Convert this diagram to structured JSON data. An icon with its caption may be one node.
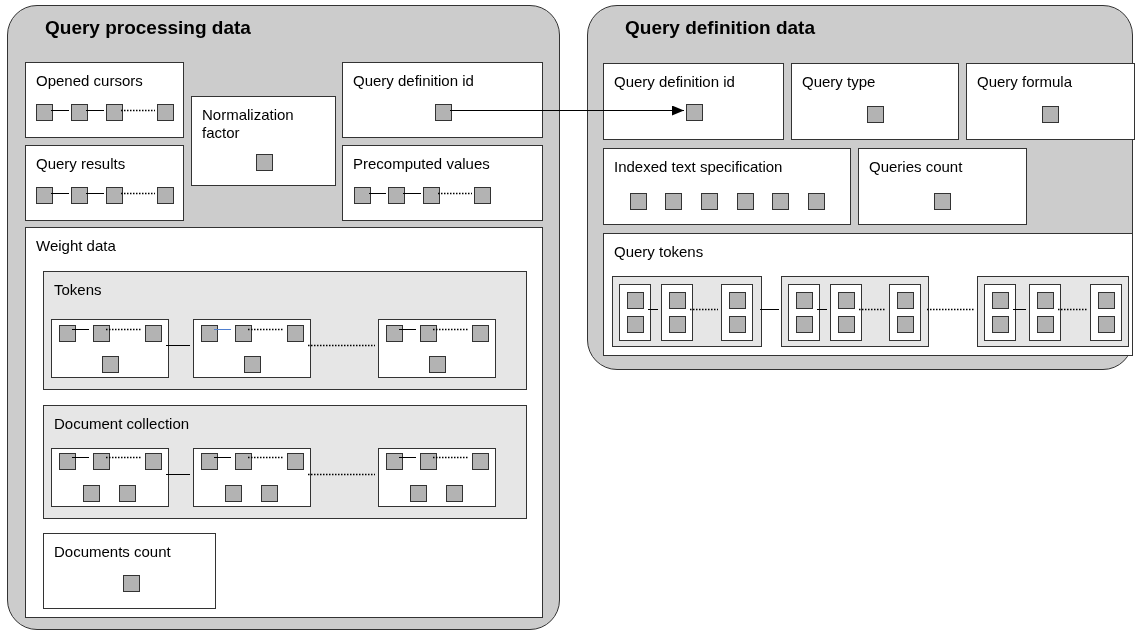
{
  "diagram": {
    "nodes": [
      {
        "text": [
          "Query processing data"
        ]
      },
      {
        "text": [
          "Opened cursors"
        ],
        "in": 0
      },
      {
        "text": [],
        "shape": "box",
        "in": 1
      },
      {
        "text": [],
        "shape": "box",
        "in": 1
      },
      {
        "text": [],
        "shape": "box",
        "in": 1
      },
      {
        "text": [],
        "shape": "box",
        "in": 1
      },
      {
        "text": [
          "Query results"
        ],
        "in": 0
      },
      {
        "text": [],
        "shape": "box",
        "in": 6
      },
      {
        "text": [],
        "shape": "box",
        "in": 6
      },
      {
        "text": [],
        "shape": "box",
        "in": 6
      },
      {
        "text": [],
        "shape": "box",
        "in": 6
      },
      {
        "text": [
          "Normalization factor"
        ],
        "in": 0
      },
      {
        "text": [],
        "shape": "box",
        "in": 11
      },
      {
        "text": [
          "Query definition id"
        ],
        "in": 0
      },
      {
        "text": [],
        "shape": "box",
        "in": 13
      },
      {
        "text": [
          "Precomputed values"
        ],
        "in": 0
      },
      {
        "text": [],
        "shape": "box",
        "in": 15
      },
      {
        "text": [],
        "shape": "box",
        "in": 15
      },
      {
        "text": [],
        "shape": "box",
        "in": 15
      },
      {
        "text": [],
        "shape": "box",
        "in": 15
      },
      {
        "text": [
          "Weight data"
        ],
        "in": 0
      },
      {
        "text": [
          "Tokens"
        ],
        "in": 20
      },
      {
        "text": [],
        "shape": "box",
        "in": 21
      },
      {
        "text": [],
        "shape": "box",
        "in": 22
      },
      {
        "text": [],
        "shape": "box",
        "in": 22
      },
      {
        "text": [],
        "shape": "box",
        "in": 22
      },
      {
        "text": [],
        "shape": "box",
        "in": 22
      },
      {
        "text": [],
        "shape": "box",
        "in": 21
      },
      {
        "text": [],
        "shape": "box",
        "in": 27
      },
      {
        "text": [],
        "shape": "box",
        "in": 27
      },
      {
        "text": [],
        "shape": "box",
        "in": 27
      },
      {
        "text": [],
        "shape": "box",
        "in": 27
      },
      {
        "text": [],
        "shape": "box",
        "in": 21
      },
      {
        "text": [],
        "shape": "box",
        "in": 32
      },
      {
        "text": [],
        "shape": "box",
        "in": 32
      },
      {
        "text": [],
        "shape": "box",
        "in": 32
      },
      {
        "text": [],
        "shape": "box",
        "in": 32
      },
      {
        "text": [
          "Document collection"
        ],
        "in": 20
      },
      {
        "text": [],
        "shape": "box",
        "in": 37
      },
      {
        "text": [],
        "shape": "box",
        "in": 38
      },
      {
        "text": [],
        "shape": "box",
        "in": 38
      },
      {
        "text": [],
        "shape": "box",
        "in": 38
      },
      {
        "text": [],
        "shape": "box",
        "in": 38
      },
      {
        "text": [],
        "shape": "box",
        "in": 38
      },
      {
        "text": [],
        "shape": "box",
        "in": 37
      },
      {
        "text": [],
        "shape": "box",
        "in": 44
      },
      {
        "text": [],
        "shape": "box",
        "in": 44
      },
      {
        "text": [],
        "shape": "box",
        "in": 44
      },
      {
        "text": [],
        "shape": "box",
        "in": 44
      },
      {
        "text": [],
        "shape": "box",
        "in": 44
      },
      {
        "text": [],
        "shape": "box",
        "in": 37
      },
      {
        "text": [],
        "shape": "box",
        "in": 50
      },
      {
        "text": [],
        "shape": "box",
        "in": 50
      },
      {
        "text": [],
        "shape": "box",
        "in": 50
      },
      {
        "text": [],
        "shape": "box",
        "in": 50
      },
      {
        "text": [],
        "shape": "box",
        "in": 50
      },
      {
        "text": [
          "Documents count"
        ],
        "in": 20
      },
      {
        "text": [],
        "shape": "box",
        "in": 56
      },
      {
        "text": [
          "Query definition data"
        ]
      },
      {
        "text": [
          "Query definition id"
        ],
        "in": 58
      },
      {
        "text": [],
        "shape": "box",
        "in": 59
      },
      {
        "text": [
          "Query type"
        ],
        "in": 58
      },
      {
        "text": [],
        "shape": "box",
        "in": 61
      },
      {
        "text": [
          "Query formula"
        ],
        "in": 58
      },
      {
        "text": [],
        "shape": "box",
        "in": 63
      },
      {
        "text": [
          "Indexed text specification"
        ],
        "in": 58
      },
      {
        "text": [],
        "shape": "box",
        "in": 65
      },
      {
        "text": [],
        "shape": "box",
        "in": 65
      },
      {
        "text": [],
        "shape": "box",
        "in": 65
      },
      {
        "text": [],
        "shape": "box",
        "in": 65
      },
      {
        "text": [],
        "shape": "box",
        "in": 65
      },
      {
        "text": [],
        "shape": "box",
        "in": 65
      },
      {
        "text": [
          "Queries count"
        ],
        "in": 58
      },
      {
        "text": [],
        "shape": "box",
        "in": 72
      },
      {
        "text": [
          "Query tokens"
        ],
        "in": 58
      },
      {
        "text": [],
        "shape": "box",
        "in": 74
      },
      {
        "text": [],
        "shape": "box",
        "in": 75
      },
      {
        "text": [],
        "shape": "box",
        "in": 76
      },
      {
        "text": [],
        "shape": "box",
        "in": 76
      },
      {
        "text": [],
        "shape": "box",
        "in": 75
      },
      {
        "text": [],
        "shape": "box",
        "in": 79
      },
      {
        "text": [],
        "shape": "box",
        "in": 79
      },
      {
        "text": [],
        "shape": "box",
        "in": 75
      },
      {
        "text": [],
        "shape": "box",
        "in": 82
      },
      {
        "text": [],
        "shape": "box",
        "in": 82
      },
      {
        "text": [],
        "shape": "box",
        "in": 74
      },
      {
        "text": [],
        "shape": "box",
        "in": 85
      },
      {
        "text": [],
        "shape": "box",
        "in": 86
      },
      {
        "text": [],
        "shape": "box",
        "in": 86
      },
      {
        "text": [],
        "shape": "box",
        "in": 85
      },
      {
        "text": [],
        "shape": "box",
        "in": 89
      },
      {
        "text": [],
        "shape": "box",
        "in": 89
      },
      {
        "text": [],
        "shape": "box",
        "in": 85
      },
      {
        "text": [],
        "shape": "box",
        "in": 92
      },
      {
        "text": [],
        "shape": "box",
        "in": 92
      },
      {
        "text": [],
        "shape": "box",
        "in": 74
      },
      {
        "text": [],
        "shape": "box",
        "in": 95
      },
      {
        "text": [],
        "shape": "box",
        "in": 96
      },
      {
        "text": [],
        "shape": "box",
        "in": 96
      },
      {
        "text": [],
        "shape": "box",
        "in": 95
      },
      {
        "text": [],
        "shape": "box",
        "in": 99
      },
      {
        "text": [],
        "shape": "box",
        "in": 99
      },
      {
        "text": [],
        "shape": "box",
        "in": 95
      },
      {
        "text": [],
        "shape": "box",
        "in": 102
      },
      {
        "text": [],
        "shape": "box",
        "in": 102
      }
    ],
    "edges": [
      {
        "from": 2,
        "to": 3,
        "arrow": "none"
      },
      {
        "from": 3,
        "to": 4,
        "arrow": "none"
      },
      {
        "from": 4,
        "to": 5,
        "arrow": "none",
        "style": "dashed"
      },
      {
        "from": 7,
        "to": 8,
        "arrow": "none"
      },
      {
        "from": 8,
        "to": 9,
        "arrow": "none"
      },
      {
        "from": 9,
        "to": 10,
        "arrow": "none",
        "style": "dashed"
      },
      {
        "from": 16,
        "to": 17,
        "arrow": "none"
      },
      {
        "from": 17,
        "to": 18,
        "arrow": "none"
      },
      {
        "from": 18,
        "to": 19,
        "arrow": "none",
        "style": "dashed"
      },
      {
        "from": 14,
        "to": 60,
        "arrow": "to"
      },
      {
        "from": 23,
        "to": 24,
        "arrow": "none"
      },
      {
        "from": 24,
        "to": 25,
        "arrow": "none",
        "style": "dashed"
      },
      {
        "from": 28,
        "to": 29,
        "arrow": "none",
        "color": "#4f7fcf"
      },
      {
        "from": 29,
        "to": 30,
        "arrow": "none",
        "style": "dashed"
      },
      {
        "from": 33,
        "to": 34,
        "arrow": "none"
      },
      {
        "from": 34,
        "to": 35,
        "arrow": "none",
        "style": "dashed"
      },
      {
        "from": 22,
        "to": 27,
        "arrow": "none"
      },
      {
        "from": 27,
        "to": 32,
        "arrow": "none",
        "style": "dashed"
      },
      {
        "from": 39,
        "to": 40,
        "arrow": "none"
      },
      {
        "from": 40,
        "to": 41,
        "arrow": "none",
        "style": "dashed"
      },
      {
        "from": 45,
        "to": 46,
        "arrow": "none"
      },
      {
        "from": 46,
        "to": 47,
        "arrow": "none",
        "style": "dashed"
      },
      {
        "from": 51,
        "to": 52,
        "arrow": "none"
      },
      {
        "from": 52,
        "to": 53,
        "arrow": "none",
        "style": "dashed"
      },
      {
        "from": 38,
        "to": 44,
        "arrow": "none"
      },
      {
        "from": 44,
        "to": 50,
        "arrow": "none",
        "style": "dashed"
      },
      {
        "from": 76,
        "to": 79,
        "arrow": "none"
      },
      {
        "from": 79,
        "to": 82,
        "arrow": "none",
        "style": "dashed"
      },
      {
        "from": 86,
        "to": 89,
        "arrow": "none"
      },
      {
        "from": 89,
        "to": 92,
        "arrow": "none",
        "style": "dashed"
      },
      {
        "from": 96,
        "to": 99,
        "arrow": "none"
      },
      {
        "from": 99,
        "to": 102,
        "arrow": "none",
        "style": "dashed"
      },
      {
        "from": 75,
        "to": 85,
        "arrow": "none"
      },
      {
        "from": 85,
        "to": 95,
        "arrow": "none",
        "style": "dashed"
      }
    ]
  }
}
